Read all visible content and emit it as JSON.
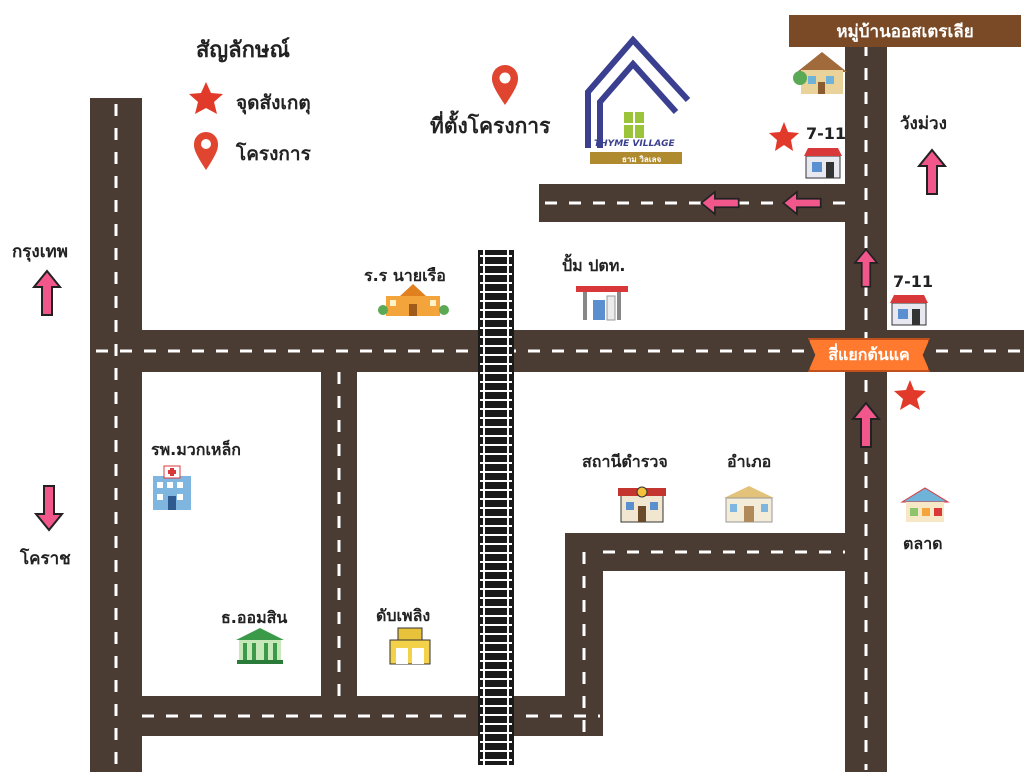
{
  "legend": {
    "title": "สัญลักษณ์",
    "observation_point": "จุดสังเกตุ",
    "project": "โครงการ"
  },
  "project": {
    "label": "ที่ตั้งโครงการ",
    "logo_name": "THYME VILLAGE",
    "logo_sub": "ธาม วิลเลจ"
  },
  "directions": {
    "bangkok": "กรุงเทพ",
    "korat": "โคราช",
    "wang_muang": "วังม่วง"
  },
  "places": {
    "village_sign": "หมู่บ้านออสเตรเลีย",
    "seven_eleven_top": "7-11",
    "seven_eleven_mid": "7-11",
    "school": "ร.ร นายเรือ",
    "gas_station": "ปั้ม ปตท.",
    "junction": "สี่แยกต้นแค",
    "hospital": "รพ.มวกเหล็ก",
    "police": "สถานีตำรวจ",
    "district_office": "อำเภอ",
    "market": "ตลาด",
    "bank": "ธ.ออมสิน",
    "fire_station": "ดับเพลิง"
  },
  "colors": {
    "road": "#4a3b33",
    "road_marking": "#ffffff",
    "arrow": "#f2578c",
    "star": "#e23a2a",
    "pin": "#e0452f",
    "sign_brown": "#7a4a26",
    "junction_orange": "#ff7a2e",
    "logo_navy": "#3a3f8f",
    "logo_green": "#9bc43a",
    "logo_gold": "#b08a2e"
  },
  "icons": [
    "star-icon",
    "location-pin-icon",
    "arrow-up-icon",
    "arrow-down-icon",
    "arrow-left-icon",
    "house-icon",
    "store-icon",
    "school-icon",
    "gas-station-icon",
    "hospital-icon",
    "police-station-icon",
    "government-building-icon",
    "market-icon",
    "bank-icon",
    "fire-station-icon"
  ]
}
